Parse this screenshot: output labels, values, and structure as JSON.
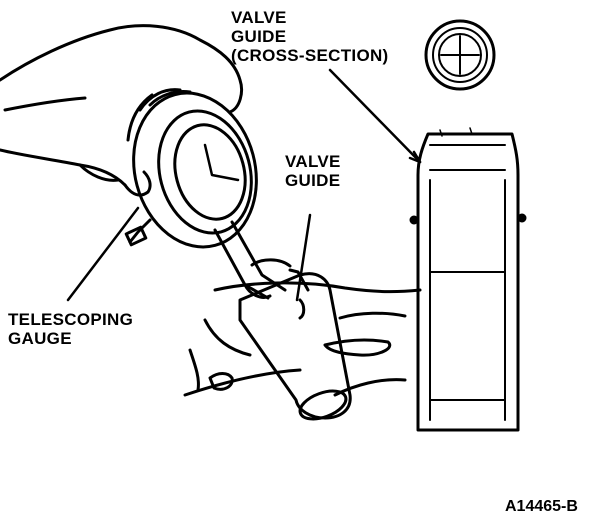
{
  "labels": {
    "valve_guide_cross_section": {
      "line1": "VALVE",
      "line2": "GUIDE",
      "line3": "(CROSS-SECTION)"
    },
    "valve_guide": {
      "line1": "VALVE",
      "line2": "GUIDE"
    },
    "telescoping_gauge": {
      "line1": "TELESCOPING",
      "line2": "GAUGE"
    }
  },
  "figure_id": "A14465-B",
  "colors": {
    "ink": "#000000",
    "paper": "#ffffff"
  }
}
